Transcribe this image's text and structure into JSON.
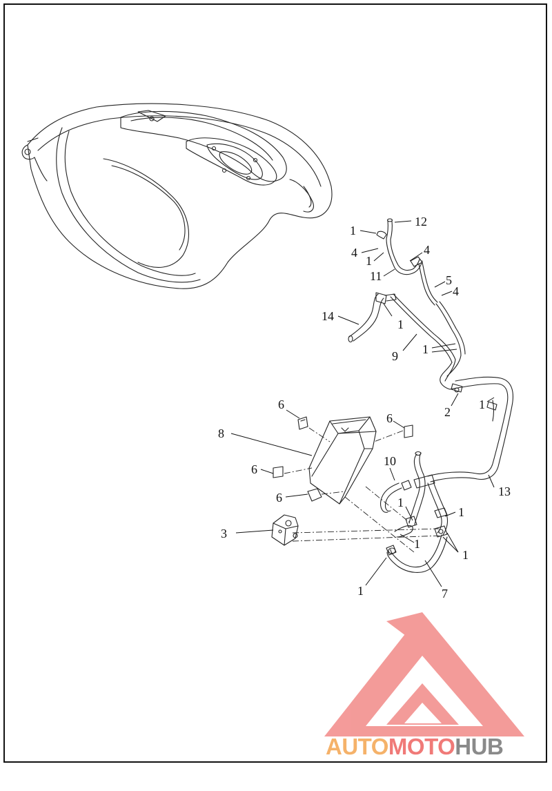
{
  "callouts": [
    {
      "id": "c12",
      "text": "12"
    },
    {
      "id": "c1a",
      "text": "1"
    },
    {
      "id": "c4a",
      "text": "4"
    },
    {
      "id": "c4b",
      "text": "4"
    },
    {
      "id": "c1b",
      "text": "1"
    },
    {
      "id": "c11",
      "text": "11"
    },
    {
      "id": "c5",
      "text": "5"
    },
    {
      "id": "c4c",
      "text": "4"
    },
    {
      "id": "c14",
      "text": "14"
    },
    {
      "id": "c1c",
      "text": "1"
    },
    {
      "id": "c9",
      "text": "9"
    },
    {
      "id": "c1d",
      "text": "1"
    },
    {
      "id": "c2",
      "text": "2"
    },
    {
      "id": "c1e",
      "text": "1"
    },
    {
      "id": "c6a",
      "text": "6"
    },
    {
      "id": "c6b",
      "text": "6"
    },
    {
      "id": "c8",
      "text": "8"
    },
    {
      "id": "c6c",
      "text": "6"
    },
    {
      "id": "c6d",
      "text": "6"
    },
    {
      "id": "c10",
      "text": "10"
    },
    {
      "id": "c13",
      "text": "13"
    },
    {
      "id": "c1f",
      "text": "1"
    },
    {
      "id": "c1g",
      "text": "1"
    },
    {
      "id": "c3",
      "text": "3"
    },
    {
      "id": "c1h",
      "text": "1"
    },
    {
      "id": "c1i",
      "text": "1"
    },
    {
      "id": "c1j",
      "text": "1"
    },
    {
      "id": "c7",
      "text": "7"
    }
  ],
  "watermark": {
    "part1": "AUTO",
    "part2": "MOTO",
    "part3": "HUB",
    "color1": "#f5b26a",
    "color2": "#f07a78",
    "color3": "#8a8a8a",
    "logo_color": "#f07a78"
  }
}
